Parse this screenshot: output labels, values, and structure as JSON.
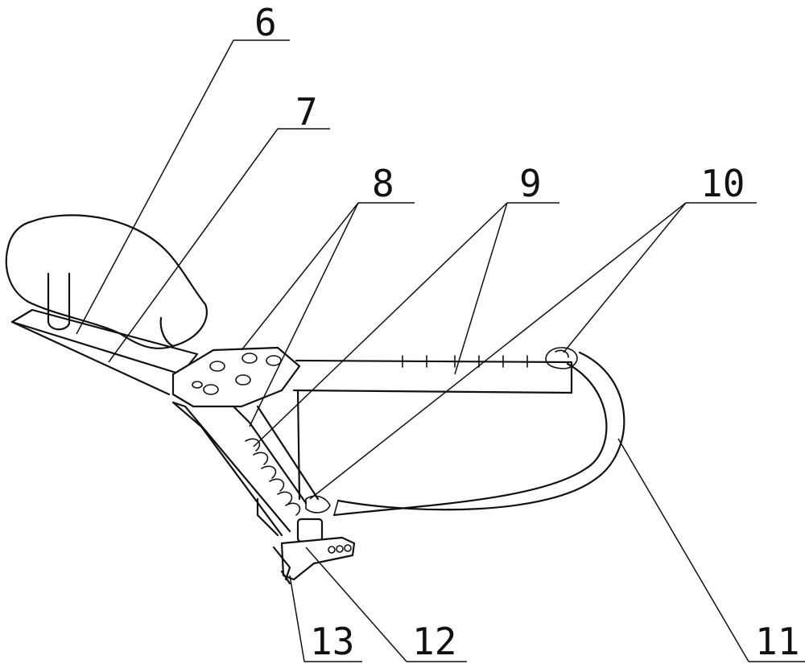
{
  "callouts": [
    {
      "id": "6",
      "text": "6"
    },
    {
      "id": "7",
      "text": "7"
    },
    {
      "id": "8",
      "text": "8"
    },
    {
      "id": "9",
      "text": "9"
    },
    {
      "id": "10",
      "text": "10"
    },
    {
      "id": "11",
      "text": "11"
    },
    {
      "id": "12",
      "text": "12"
    },
    {
      "id": "13",
      "text": "13"
    }
  ]
}
